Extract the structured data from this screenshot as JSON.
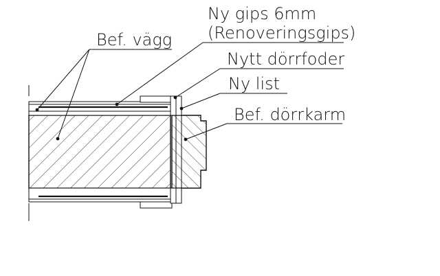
{
  "labels": {
    "new_gypsum": "Ny gips 6mm",
    "renovation_gypsum": "(Renoveringsgips)",
    "existing_wall": "Bef. vägg",
    "new_door_casing": "Nytt dörrfoder",
    "new_trim": "Ny list",
    "existing_door_frame": "Bef. dörrkarm"
  }
}
